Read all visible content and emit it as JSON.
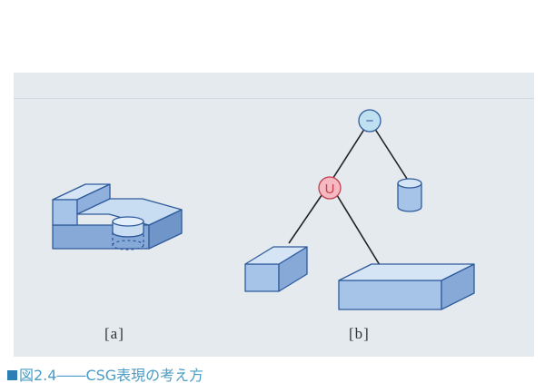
{
  "figure": {
    "label_a": "[a]",
    "label_b": "[b]",
    "caption": "図2.4――CSG表現の考え方"
  },
  "tree": {
    "root_operator": "−",
    "child_operator": "U",
    "operator_colors": {
      "difference": "#bfe0f1",
      "union": "#f6b9c1"
    }
  },
  "colors": {
    "panel_background": "#e4eaee",
    "solid_face_light": "#c8dcf2",
    "solid_face_mid": "#a6c4e8",
    "solid_face_dark": "#86a9d8",
    "solid_outline": "#2f5b9c",
    "caption_text": "#4a9cc6"
  }
}
